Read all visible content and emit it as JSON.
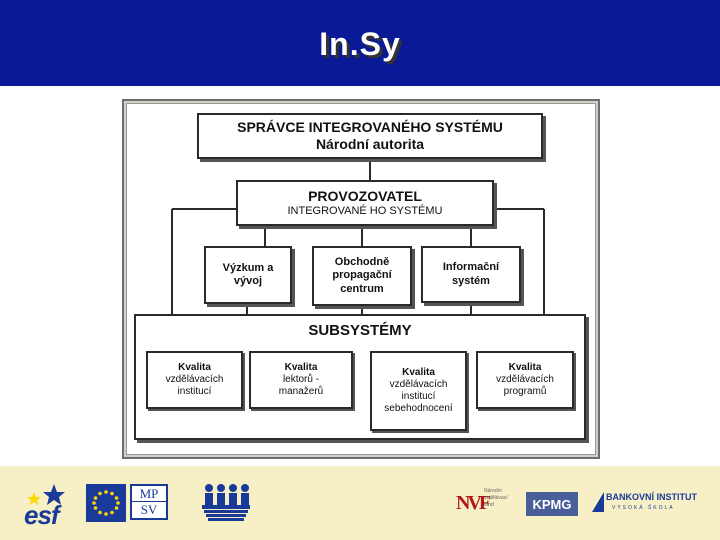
{
  "title": "In.Sy",
  "diagram": {
    "top": {
      "line1": "SPRÁVCE INTEGROVANÉHO SYSTÉMU",
      "line2": "Národní autorita"
    },
    "operator": {
      "line1": "PROVOZOVATEL",
      "line2": "INTEGROVANÉ HO SYSTÉMU"
    },
    "units": [
      {
        "line1": "Výzkum a",
        "line2": "vývoj"
      },
      {
        "line1": "Obchodně",
        "line2": "propagační",
        "line3": "centrum"
      },
      {
        "line1": "Informační",
        "line2": "systém"
      }
    ],
    "subsystems": {
      "label": "SUBSYSTÉMY",
      "items": [
        {
          "line1": "Kvalita",
          "line2": "vzdělávacích",
          "line3": "institucí"
        },
        {
          "line1": "Kvalita",
          "line2": "lektorů -",
          "line3": "manažerů"
        },
        {
          "line1": "Kvalita",
          "line2": "vzdělávacích",
          "line3": "institucí",
          "line4": "sebehodnocení"
        },
        {
          "line1": "Kvalita",
          "line2": "vzdělávacích",
          "line3": "programů"
        }
      ]
    }
  },
  "footer": {
    "esf": "esf",
    "mpsv_top": "MP",
    "mpsv_bottom": "SV",
    "nvf": {
      "mark": "NVF",
      "line1": "Národní",
      "line2": "vzdělávací",
      "line3": "fond"
    },
    "kpmg": "KPMG",
    "bank": {
      "line1": "BANKOVNÍ INSTITUT",
      "line2": "VYSOKÁ ŠKOLA"
    }
  },
  "colors": {
    "header": "#0a1a96",
    "footer": "#f7efc6",
    "eu_blue": "#1a3a9a",
    "eu_star": "#ffd700"
  }
}
